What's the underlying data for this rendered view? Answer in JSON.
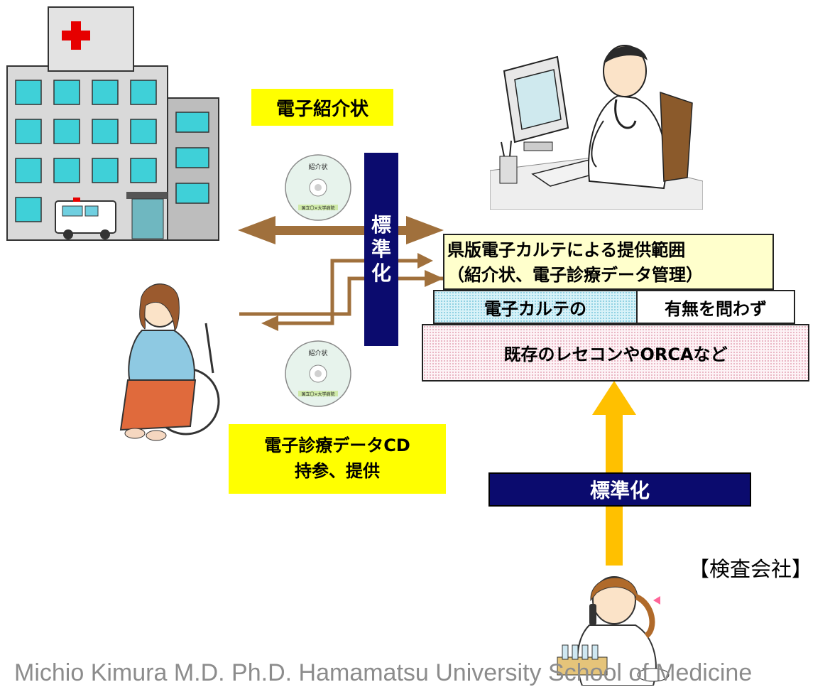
{
  "labels": {
    "referral": "電子紹介状",
    "standardization_vertical": [
      "標",
      "準",
      "化"
    ],
    "standardization_horizontal": "標準化",
    "scope_line1": "県版電子カルテによる提供範囲",
    "scope_line2": "（紹介状、電子診療データ管理）",
    "emr_left": "電子カルテの",
    "emr_right": "有無を問わず",
    "existing": "既存のレセコンやORCAなど",
    "cd_line1": "電子診療データCD",
    "cd_line2": "持参、提供",
    "lab": "【検査会社】",
    "footer": "Michio Kimura M.D. Ph.D.  Hamamatsu University School of Medicine"
  },
  "cd_disc": {
    "title": "紹介状",
    "footer": "国立〇×大学病院"
  },
  "colors": {
    "arrow_brown": "#a0703c",
    "arrow_gold": "#ffc000",
    "navy": "#0b0b6e",
    "highlight": "#ffff00"
  }
}
